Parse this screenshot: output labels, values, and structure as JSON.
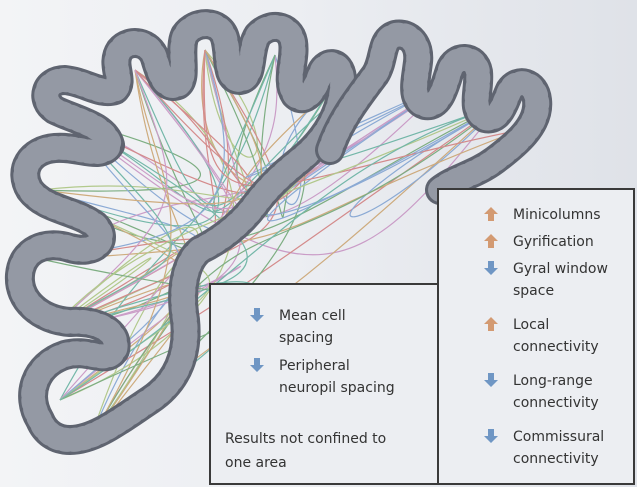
{
  "colors": {
    "up_arrow": "#d39a72",
    "down_arrow": "#6f96c4",
    "gyri_fill": "#8e939e",
    "gyri_stroke": "#5f6470"
  },
  "center_panel": {
    "items": [
      {
        "direction": "down",
        "line1": "Mean cell",
        "line2": "spacing"
      },
      {
        "direction": "down",
        "line1": "Peripheral",
        "line2": "neuropil spacing"
      }
    ],
    "note_line1": "Results not confined to",
    "note_line2": "one area"
  },
  "right_panel": {
    "items": [
      {
        "direction": "up",
        "line1": "Minicolumns",
        "line2": ""
      },
      {
        "direction": "up",
        "line1": "Gyrification",
        "line2": ""
      },
      {
        "direction": "down",
        "line1": "Gyral window",
        "line2": "space"
      },
      {
        "direction": "up",
        "line1": "Local",
        "line2": "connectivity"
      },
      {
        "direction": "down",
        "line1": "Long-range",
        "line2": "connectivity"
      },
      {
        "direction": "down",
        "line1": "Commissural",
        "line2": "connectivity"
      }
    ]
  }
}
